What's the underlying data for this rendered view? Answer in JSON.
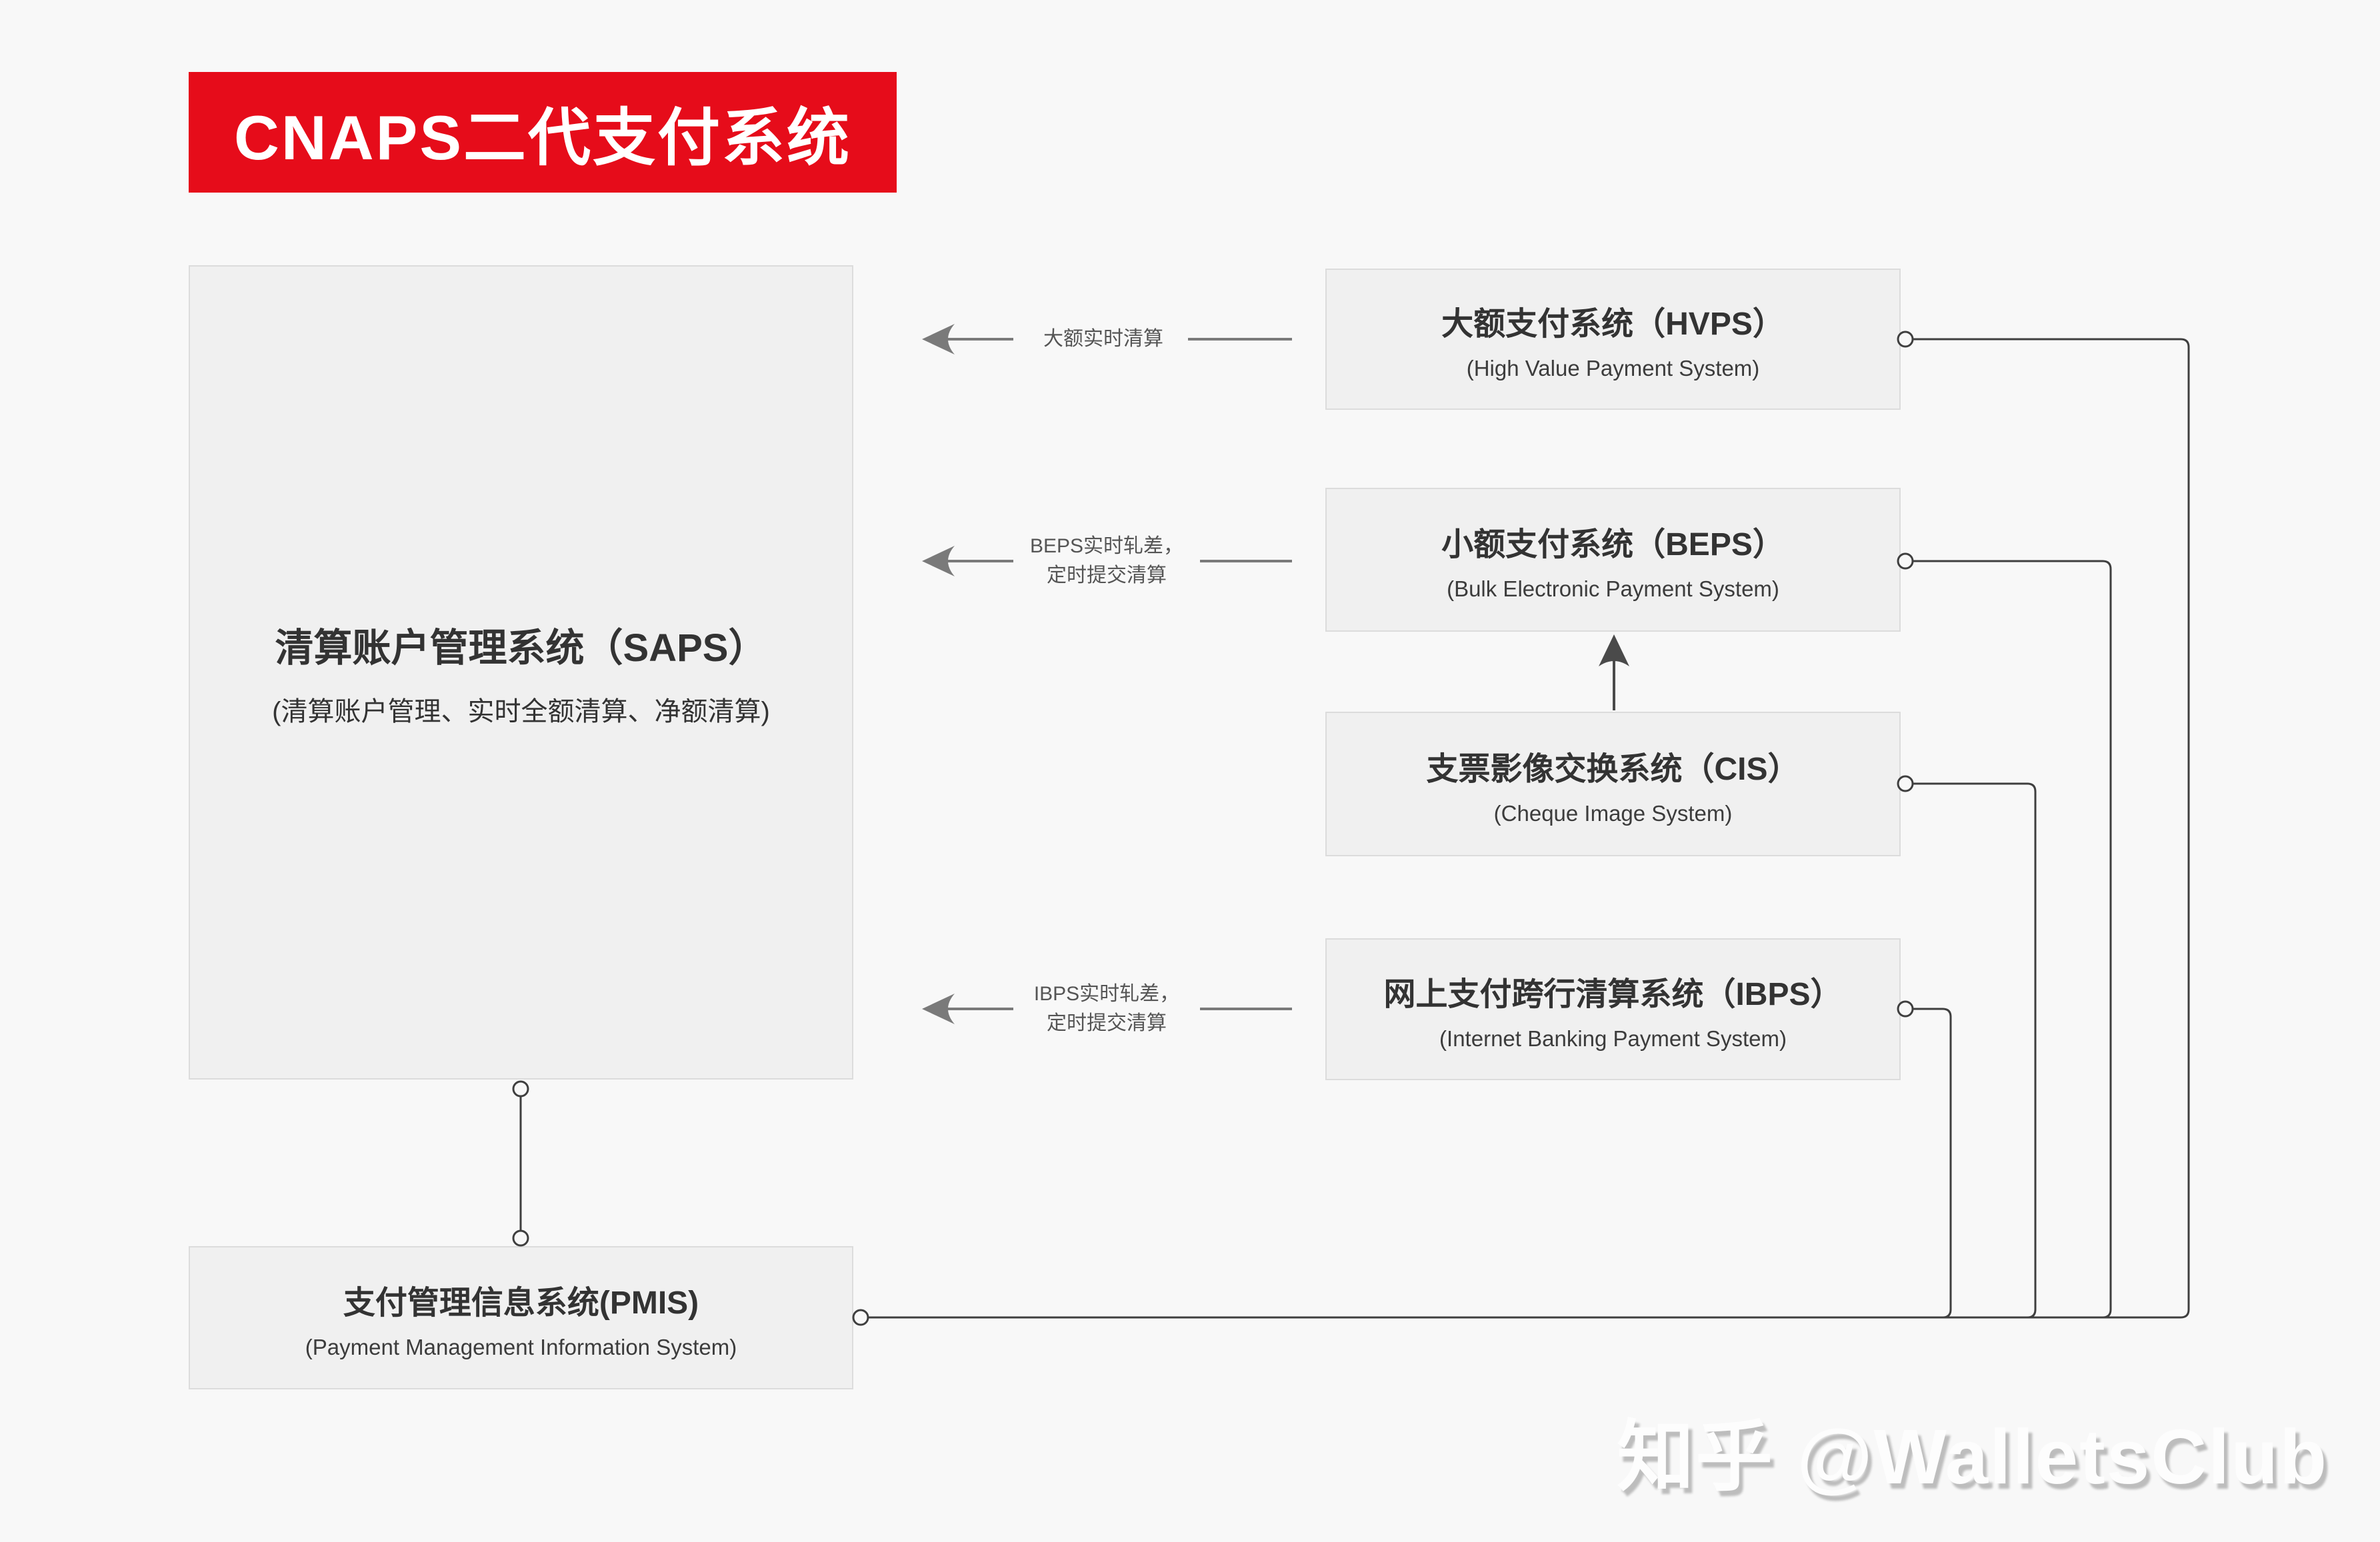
{
  "title": "CNAPS二代支付系统",
  "colors": {
    "background": "#f8f8f8",
    "accent_red": "#e60c1a",
    "node_fill": "#f0f0f0",
    "node_border": "#dcdcdc",
    "text_dark": "#333333",
    "connector": "#3f3f3f",
    "arrow": "#7a7a7a",
    "label_text": "#555555",
    "watermark_shadow": "#bdbdbd"
  },
  "nodes": {
    "saps": {
      "title": "清算账户管理系统（SAPS）",
      "subtitle": "(清算账户管理、实时全额清算、净额清算)"
    },
    "hvps": {
      "title": "大额支付系统（HVPS）",
      "subtitle": "(High Value Payment System)"
    },
    "beps": {
      "title": "小额支付系统（BEPS）",
      "subtitle": "(Bulk Electronic Payment System)"
    },
    "cis": {
      "title": "支票影像交换系统（CIS）",
      "subtitle": "(Cheque Image System)"
    },
    "ibps": {
      "title": "网上支付跨行清算系统（IBPS）",
      "subtitle": "(Internet Banking Payment System)"
    },
    "pmis": {
      "title": "支付管理信息系统(PMIS)",
      "subtitle": "(Payment Management Information System)"
    }
  },
  "edges": {
    "hvps_to_saps": {
      "label": "大额实时清算"
    },
    "beps_to_saps": {
      "label_line1": "BEPS实时轧差，",
      "label_line2": "定时提交清算"
    },
    "ibps_to_saps": {
      "label_line1": "IBPS实时轧差，",
      "label_line2": "定时提交清算"
    },
    "cis_to_beps": {
      "label": ""
    },
    "subsystems_to_pmis": {
      "label": ""
    },
    "saps_to_pmis": {
      "label": ""
    }
  },
  "watermark": "知乎 @WalletsClub"
}
